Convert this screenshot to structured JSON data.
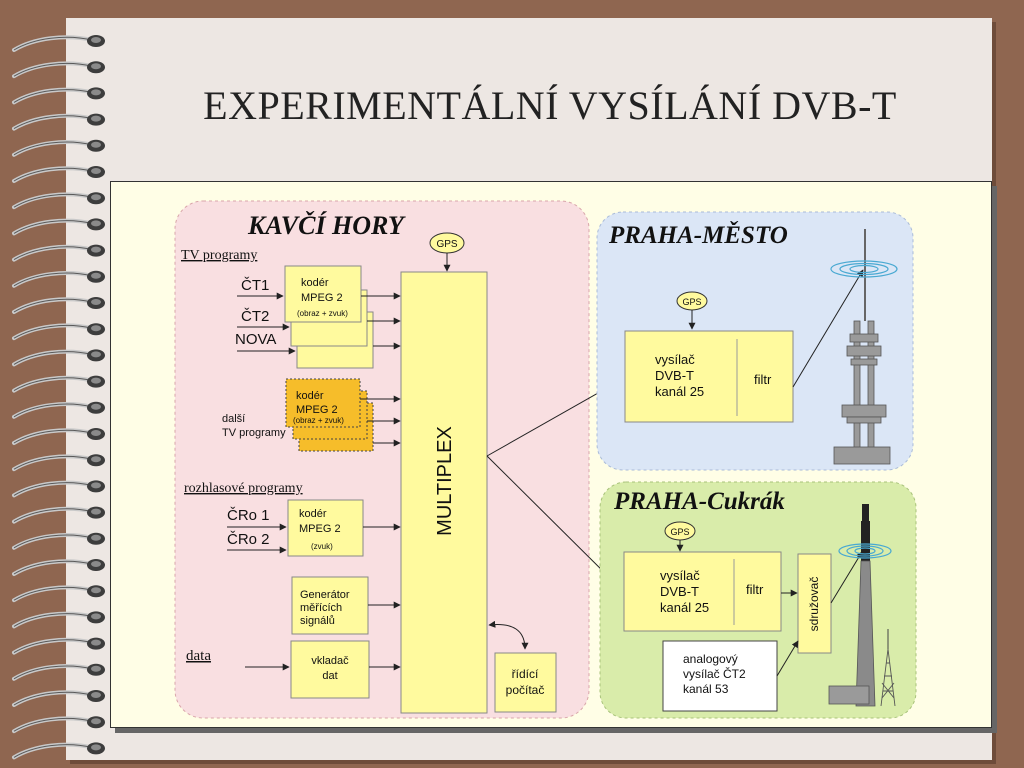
{
  "title": "EXPERIMENTÁLNÍ VYSÍLÁNÍ  DVB-T",
  "kavci_hory": {
    "heading": "KAVČÍ HORY",
    "gps": "GPS",
    "tv_programs_label": "TV programy",
    "channels": [
      "ČT1",
      "ČT2",
      "NOVA"
    ],
    "coder_label_1": "kodér",
    "coder_label_2": "MPEG 2",
    "coder_sub_av": "(obraz + zvuk)",
    "more_tv_1": "další",
    "more_tv_2": "TV programy",
    "radio_label": "rozhlasové programy",
    "radio_channels": [
      "ČRo 1",
      "ČRo 2"
    ],
    "coder_sub_audio": "(zvuk)",
    "generator_lines": [
      "Generátor",
      "měřících",
      "signálů"
    ],
    "data_label": "data",
    "inserter_lines": [
      "vkladač",
      "dat"
    ],
    "multiplex": "MULTIPLEX",
    "control_lines": [
      "řídící",
      "počítač"
    ]
  },
  "praha_mesto": {
    "heading": "PRAHA-MĚSTO",
    "gps": "GPS",
    "transmitter_lines": [
      "vysílač",
      "DVB-T",
      "kanál 25"
    ],
    "filter": "filtr"
  },
  "praha_cukrak": {
    "heading": "PRAHA-Cukrák",
    "gps": "GPS",
    "transmitter_lines": [
      "vysílač",
      "DVB-T",
      "kanál 25"
    ],
    "filter": "filtr",
    "combiner": "sdružovač",
    "analog_lines": [
      "analogový",
      "vysílač ČT2",
      "kanál 53"
    ]
  },
  "colors": {
    "background": "#8f6650",
    "page": "#ede7e3",
    "panel": "#fffee6",
    "kavci_region": "#f9dfe1",
    "mesto_region": "#dbe6f6",
    "cukrak_region": "#d9ecaa",
    "box_yellow": "#fffa9e",
    "box_orange": "#f6bd2a"
  }
}
